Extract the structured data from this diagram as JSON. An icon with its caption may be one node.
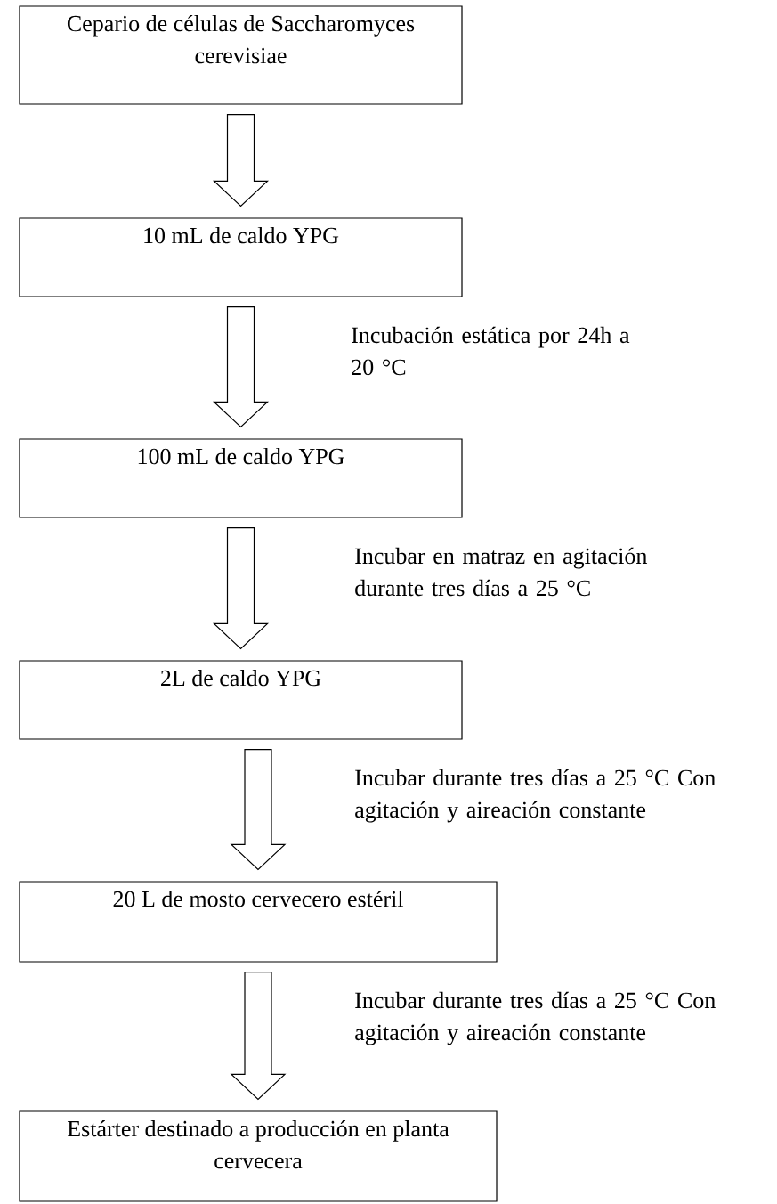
{
  "diagram": {
    "nodes": [
      {
        "text": [
          "Cepario de células de Saccharomyces cerevisiae"
        ]
      },
      {
        "text": [
          "10 mL de caldo YPG"
        ]
      },
      {
        "text": [
          "100 mL de caldo YPG"
        ]
      },
      {
        "text": [
          "2L de caldo YPG"
        ]
      },
      {
        "text": [
          "20 L de mosto cervecero estéril"
        ]
      },
      {
        "text": [
          "Estárter destinado a producción en planta cervecera"
        ]
      }
    ],
    "edges": [
      {
        "from": 0,
        "to": 1,
        "arrow": "to"
      },
      {
        "from": 1,
        "to": 2,
        "arrow": "to",
        "label": "Incubación estática por 24h a 20 °C"
      },
      {
        "from": 2,
        "to": 3,
        "arrow": "to",
        "label": "Incubar en matraz en agitación durante tres días a 25 °C"
      },
      {
        "from": 3,
        "to": 4,
        "arrow": "to",
        "label": "Incubar durante tres días a 25 °C Con agitación y aireación constante"
      },
      {
        "from": 4,
        "to": 5,
        "arrow": "to",
        "label": "Incubar durante tres días a 25 °C Con agitación y aireación constante"
      }
    ]
  }
}
